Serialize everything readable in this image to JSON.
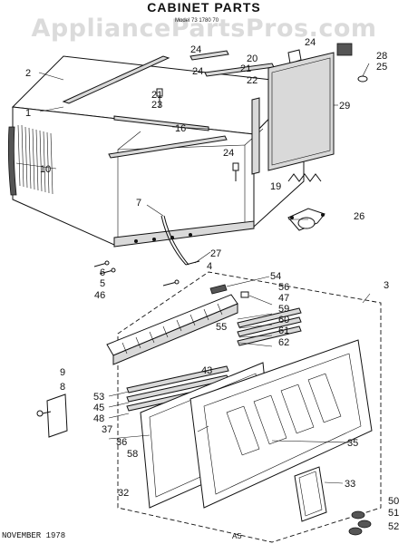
{
  "header": {
    "title": "CABINET PARTS",
    "model_line": "Model  73  1780  70",
    "watermark": "AppliancePartsPros.com"
  },
  "footer": {
    "date": "NOVEMBER 1978",
    "page": "A5"
  },
  "callouts": {
    "c1": "1",
    "c2": "2",
    "c3": "3",
    "c4": "4",
    "c5": "5",
    "c6": "6",
    "c7": "7",
    "c8": "8",
    "c9": "9",
    "c10": "10",
    "c16": "16",
    "c19": "19",
    "c20": "20",
    "c21a": "21",
    "c21b": "21",
    "c22": "22",
    "c23": "23",
    "c24a": "24",
    "c24b": "24",
    "c24c": "24",
    "c25": "25",
    "c26": "26",
    "c27": "27",
    "c28": "28",
    "c29": "29",
    "c32": "32",
    "c33": "33",
    "c35": "35",
    "c36": "36",
    "c37": "37",
    "c43": "43",
    "c45": "45",
    "c46": "46",
    "c47": "47",
    "c48": "48",
    "c50": "50",
    "c51": "51",
    "c52": "52",
    "c53": "53",
    "c54": "54",
    "c55": "55",
    "c56": "56",
    "c58": "58",
    "c59": "59",
    "c60": "60",
    "c61": "61",
    "c62": "62"
  }
}
